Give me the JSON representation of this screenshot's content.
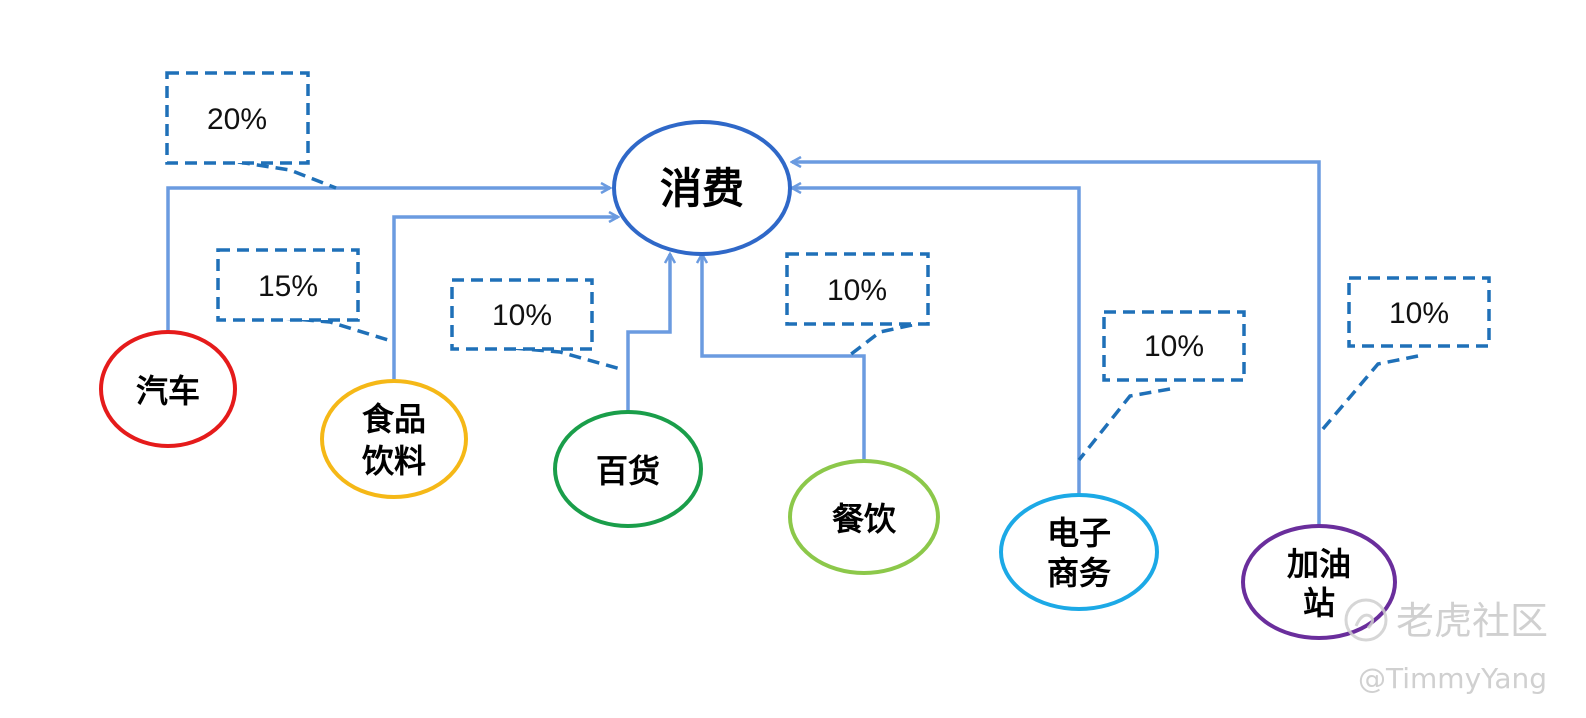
{
  "colors": {
    "connector": "#6b9be0",
    "callout": "#1f70b8",
    "center": "#2f68c8"
  },
  "center": {
    "label": "消费"
  },
  "nodes": [
    {
      "id": "car",
      "lines": [
        "汽车"
      ],
      "color": "#e51b1b",
      "share": "20%"
    },
    {
      "id": "food",
      "lines": [
        "食品",
        "饮料"
      ],
      "color": "#f5b817",
      "share": "15%"
    },
    {
      "id": "retail",
      "lines": [
        "百货"
      ],
      "color": "#1a9e4a",
      "share": "10%"
    },
    {
      "id": "catering",
      "lines": [
        "餐饮"
      ],
      "color": "#8cc84a",
      "share": "10%"
    },
    {
      "id": "ecommerce",
      "lines": [
        "电子",
        "商务"
      ],
      "color": "#1ca9e6",
      "share": "10%"
    },
    {
      "id": "gas",
      "lines": [
        "加油",
        "站"
      ],
      "color": "#6a2e9c",
      "share": "10%"
    }
  ],
  "watermark": {
    "brand": "老虎社区",
    "user": "@TimmyYang"
  }
}
